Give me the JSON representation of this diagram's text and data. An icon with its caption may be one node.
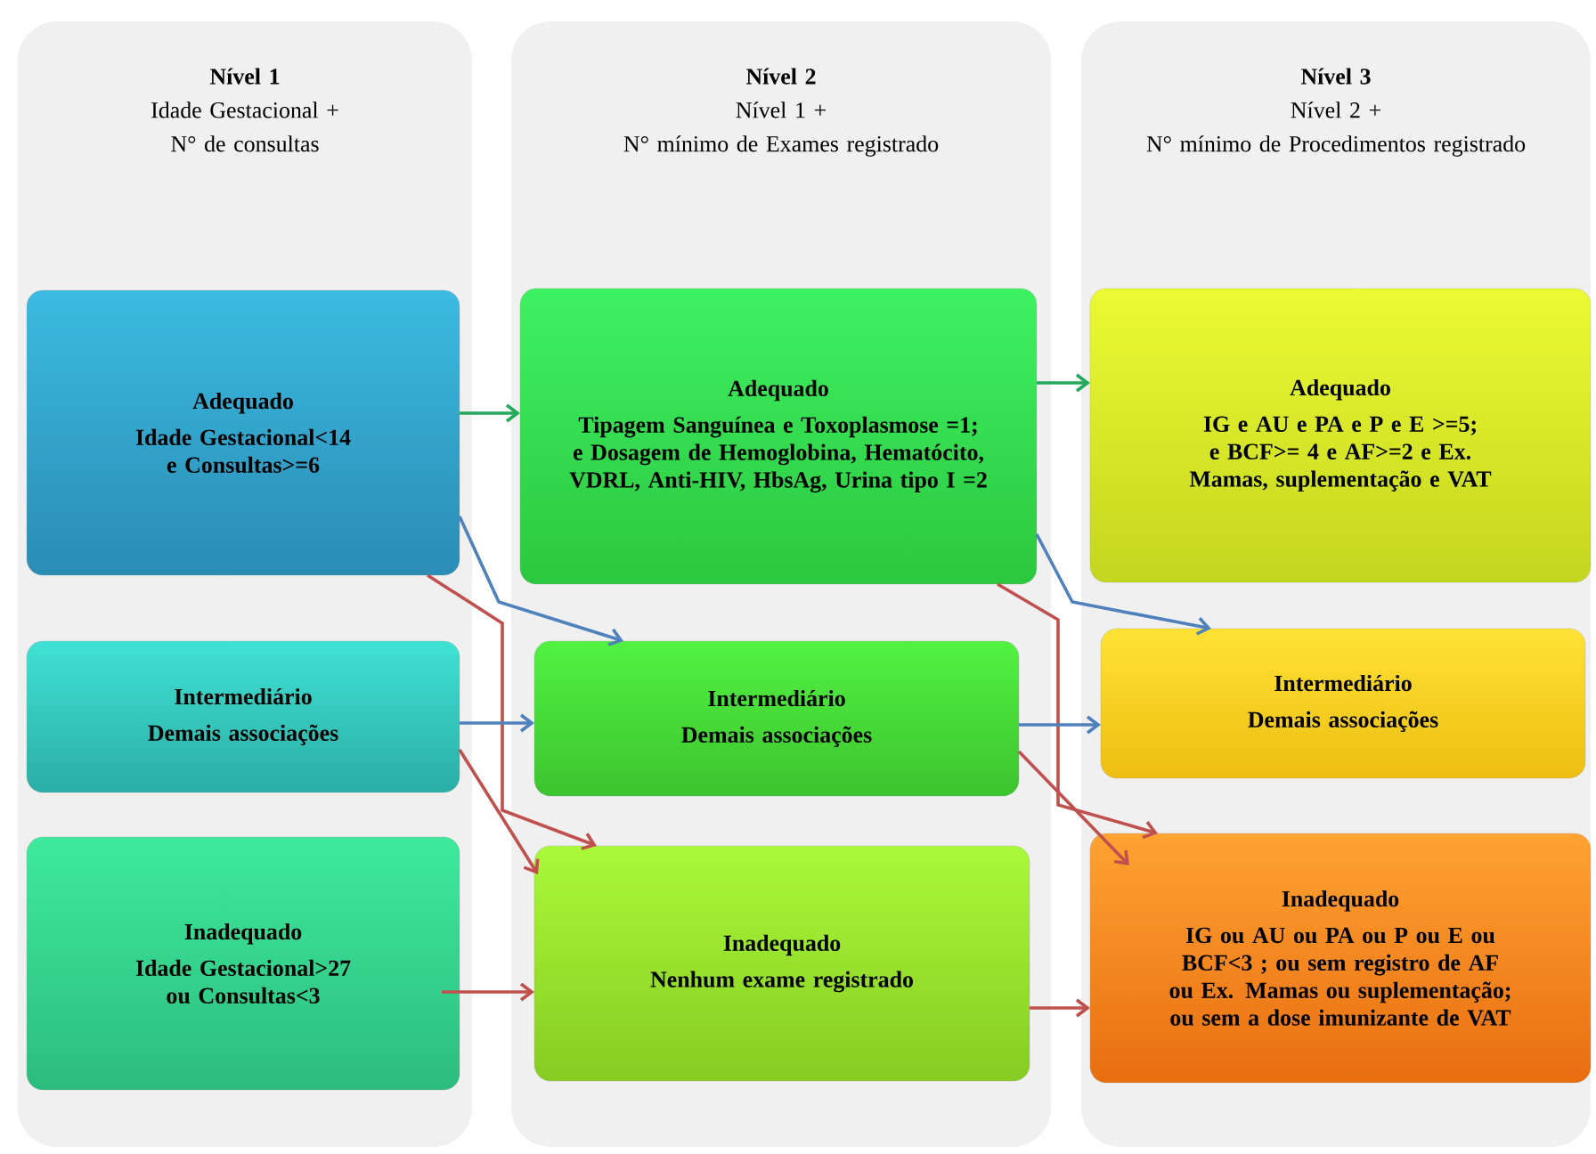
{
  "diagram": {
    "nodes": [
      {
        "text": [
          "Nível 1",
          "Idade Gestacional +",
          "N° de consultas"
        ]
      },
      {
        "text": [
          "Adequado",
          "Idade Gestacional<14 e Consultas>=6"
        ],
        "in": 0
      },
      {
        "text": [
          "Intermediário",
          "Demais associações"
        ],
        "in": 0
      },
      {
        "text": [
          "Inadequado",
          "Idade Gestacional>27 ou Consultas<3"
        ],
        "in": 0
      },
      {
        "text": [
          "Nível 2",
          "Nível 1 +",
          "N° mínimo de Exames registrado"
        ]
      },
      {
        "text": [
          "Adequado",
          "Tipagem Sanguínea e Toxoplasmose =1; e Dosagem de Hemoglobina, Hematócito, VDRL, Anti-HIV, HbsAg, Urina tipo I =2"
        ],
        "in": 4
      },
      {
        "text": [
          "Intermediário",
          "Demais associações"
        ],
        "in": 4
      },
      {
        "text": [
          "Inadequado",
          "Nenhum exame registrado"
        ],
        "in": 4
      },
      {
        "text": [
          "Nível 3",
          "Nível 2 +",
          "N° mínimo de Procedimentos registrado"
        ]
      },
      {
        "text": [
          "Adequado",
          "IG e AU e PA e P e E >=5; e BCF>= 4 e AF>=2 e Ex. Mamas, suplementação e VAT"
        ],
        "in": 8
      },
      {
        "text": [
          "Intermediário",
          "Demais associações"
        ],
        "in": 8
      },
      {
        "text": [
          "Inadequado",
          "IG ou AU ou PA ou P ou E ou BCF<3 ; ou sem registro de AF ou Ex. Mamas ou suplementação; ou sem a dose imunizante de VAT"
        ],
        "in": 8
      }
    ],
    "edges": [
      {
        "from": 1,
        "to": 5,
        "arrow": "to",
        "color": "#23a85a"
      },
      {
        "from": 1,
        "to": 6,
        "arrow": "to",
        "color": "#4f81bd"
      },
      {
        "from": 1,
        "to": 7,
        "arrow": "to",
        "color": "#c0504d"
      },
      {
        "from": 2,
        "to": 6,
        "arrow": "to",
        "color": "#4f81bd"
      },
      {
        "from": 2,
        "to": 7,
        "arrow": "to",
        "color": "#c0504d"
      },
      {
        "from": 3,
        "to": 7,
        "arrow": "to",
        "color": "#c0504d"
      },
      {
        "from": 5,
        "to": 9,
        "arrow": "to",
        "color": "#23a85a"
      },
      {
        "from": 5,
        "to": 10,
        "arrow": "to",
        "color": "#4f81bd"
      },
      {
        "from": 5,
        "to": 11,
        "arrow": "to",
        "color": "#c0504d"
      },
      {
        "from": 6,
        "to": 10,
        "arrow": "to",
        "color": "#4f81bd"
      },
      {
        "from": 6,
        "to": 11,
        "arrow": "to",
        "color": "#c0504d"
      },
      {
        "from": 7,
        "to": 11,
        "arrow": "to",
        "color": "#c0504d"
      }
    ]
  }
}
